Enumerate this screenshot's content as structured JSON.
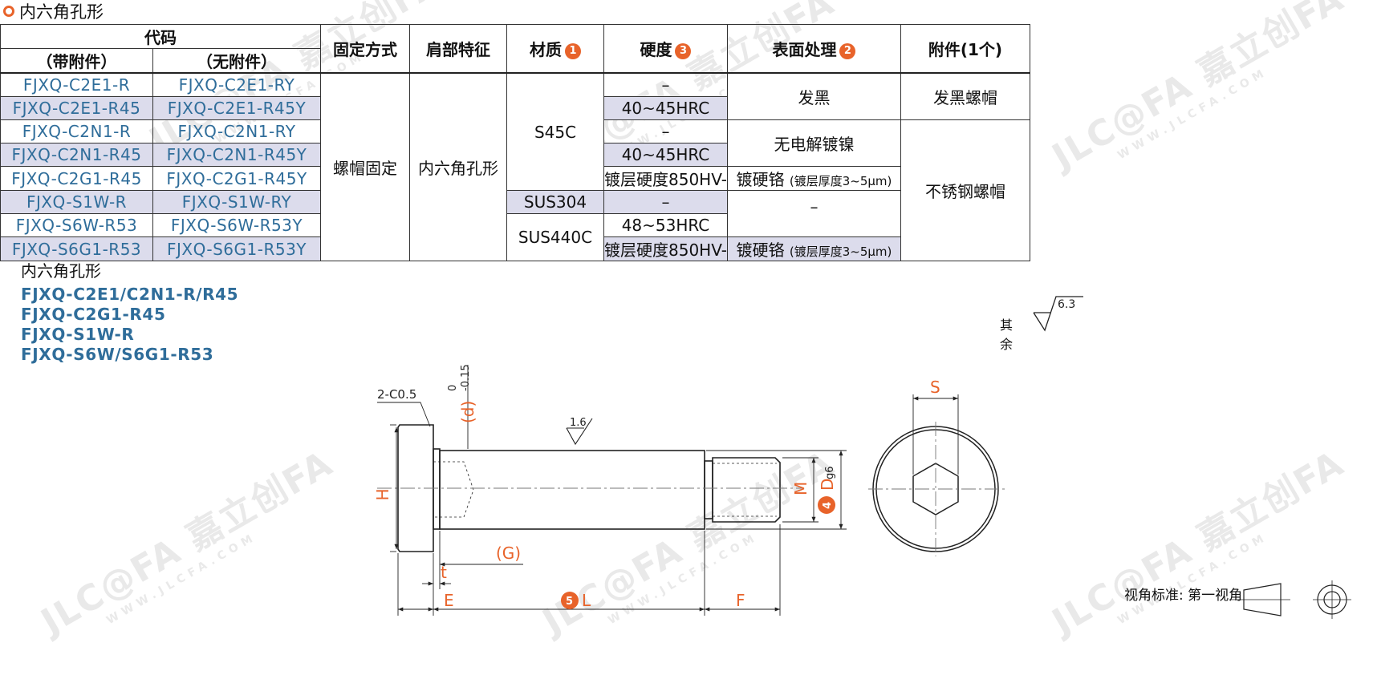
{
  "section_title": "内六角孔形",
  "table": {
    "header_code": "代码",
    "header_with": "（带附件）",
    "header_without": "（无附件）",
    "header_fix": "固定方式",
    "header_shoulder": "肩部特征",
    "header_material": "材质",
    "header_material_num": "1",
    "header_hardness": "硬度",
    "header_hardness_num": "3",
    "header_surface": "表面处理",
    "header_surface_num": "2",
    "header_accessory": "附件(1个)",
    "rows": [
      {
        "with": "FJXQ-C2E1-R",
        "without": "FJXQ-C2E1-RY"
      },
      {
        "with": "FJXQ-C2E1-R45",
        "without": "FJXQ-C2E1-R45Y"
      },
      {
        "with": "FJXQ-C2N1-R",
        "without": "FJXQ-C2N1-RY"
      },
      {
        "with": "FJXQ-C2N1-R45",
        "without": "FJXQ-C2N1-R45Y"
      },
      {
        "with": "FJXQ-C2G1-R45",
        "without": "FJXQ-C2G1-R45Y"
      },
      {
        "with": "FJXQ-S1W-R",
        "without": "FJXQ-S1W-RY"
      },
      {
        "with": "FJXQ-S6W-R53",
        "without": "FJXQ-S6W-R53Y"
      },
      {
        "with": "FJXQ-S6G1-R53",
        "without": "FJXQ-S6G1-R53Y"
      }
    ],
    "fix_method": "螺帽固定",
    "shoulder": "内六角孔形",
    "mat_s45c": "S45C",
    "mat_sus304": "SUS304",
    "mat_sus440c": "SUS440C",
    "hard_dash": "–",
    "hard_4045": "40~45HRC",
    "hard_plate": "镀层硬度850HV-",
    "hard_4853": "48~53HRC",
    "surf_black": "发黑",
    "surf_nickel": "无电解镀镍",
    "surf_chrome": "镀硬铬",
    "surf_chrome_note": "(镀层厚度3~5μm)",
    "surf_dash": "–",
    "acc_black": "发黑螺帽",
    "acc_stainless": "不锈钢螺帽"
  },
  "sub_section": {
    "title": "内六角孔形",
    "models": [
      "FJXQ-C2E1/C2N1-R/R45",
      "FJXQ-C2G1-R45",
      "FJXQ-S1W-R",
      "FJXQ-S6W/S6G1-R53"
    ]
  },
  "drawing": {
    "chamfer": "2-C0.5",
    "d_label": "(d)",
    "d_tol_upper": "0",
    "d_tol_lower": "-0.15",
    "roughness_local": "1.6",
    "H": "H",
    "M": "M",
    "D": "D",
    "D_num": "4",
    "g6": "g6",
    "G": "(G)",
    "t": "t",
    "E": "E",
    "L": "L",
    "L_num": "5",
    "F": "F",
    "S": "S"
  },
  "roughness_general_label": "其余",
  "roughness_general_value": "6.3",
  "view_standard": "视角标准: 第一视角",
  "watermark_brand": "JLC@FA 嘉立创FA",
  "watermark_url": "WWW.JLCFA.COM",
  "colors": {
    "accent": "#e8632a",
    "code_blue": "#2f6d9a",
    "row_alt": "#dcdcec"
  }
}
